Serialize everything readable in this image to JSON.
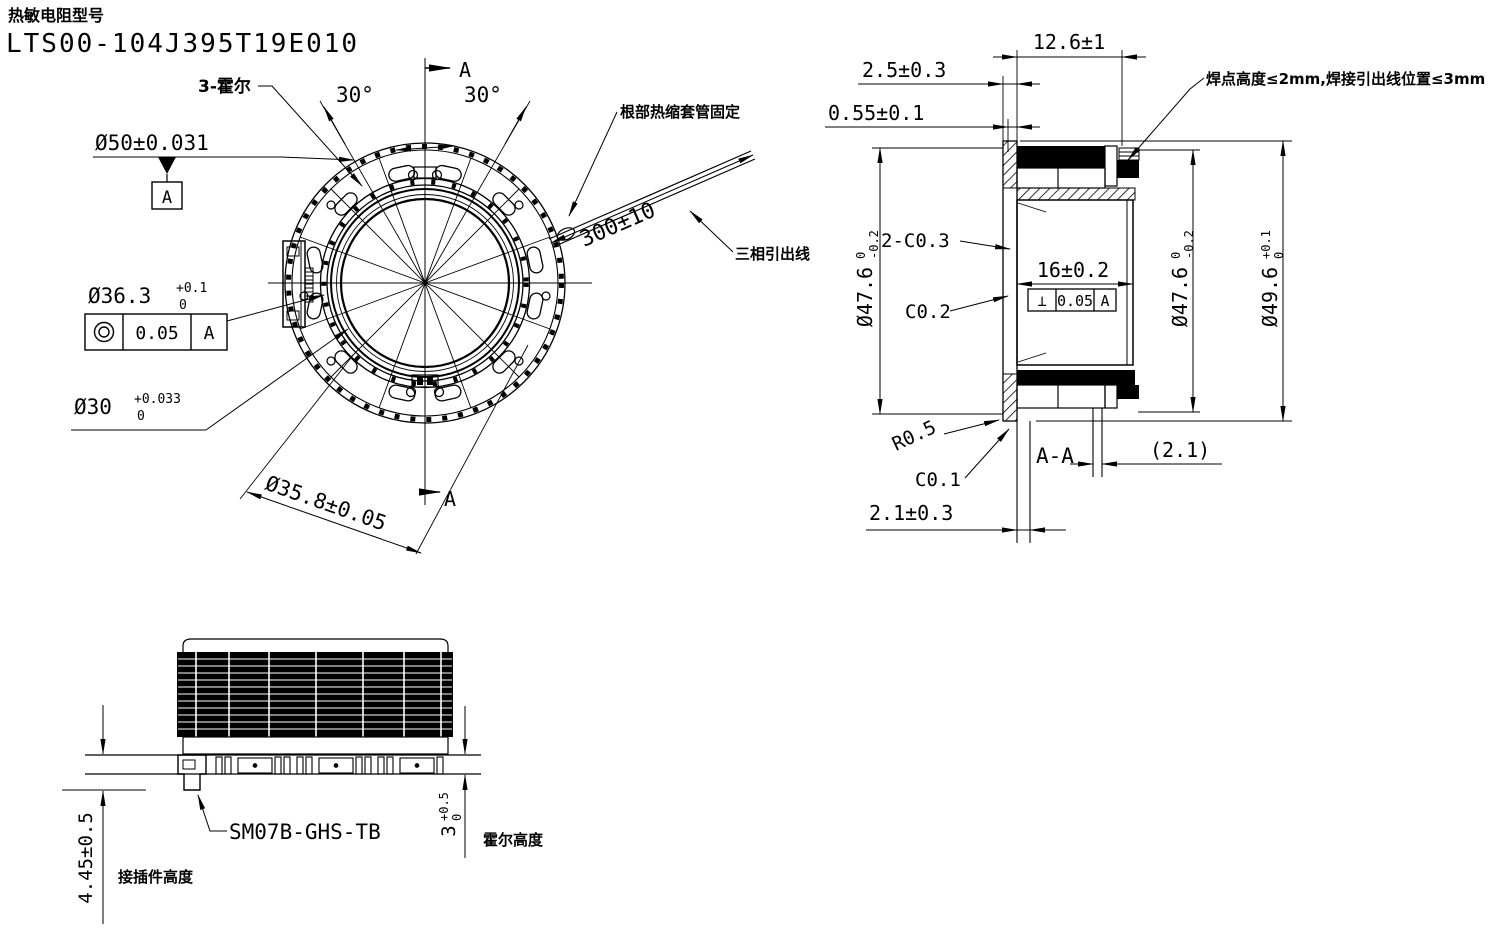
{
  "title": {
    "label": "热敏电阻型号",
    "part_number": "LTS00-104J395T19E010"
  },
  "front_view": {
    "hall_note": "3-霍尔",
    "angle_left": "30°",
    "angle_right": "30°",
    "section_mark_top": "A",
    "section_mark_bottom": "A",
    "dim_mount_od": "Ø50±0.031",
    "datum_label": "A",
    "dim_ring": {
      "value": "Ø36.3",
      "tol_upper": "+0.1",
      "tol_lower": "0"
    },
    "concentricity": {
      "symbol": "◎",
      "value": "0.05",
      "datum": "A"
    },
    "dim_bore": {
      "value": "Ø30",
      "tol_upper": "+0.033",
      "tol_lower": "0"
    },
    "dim_bolt_circle": "Ø35.8±0.05",
    "wire_length": "300±10",
    "heatshrink_note": "根部热缩套管固定",
    "wire_note": "三相引出线"
  },
  "section_view": {
    "dim_total_width": "12.6±1",
    "dim_step": "2.5±0.3",
    "dim_plate": "0.55±0.1",
    "dim_od_left": {
      "value": "Ø47.6",
      "tol_upper": "0",
      "tol_lower": "-0.2"
    },
    "chamfer_note_1": "2-C0.3",
    "chamfer_note_2": "C0.2",
    "dim_stack": "16±0.2",
    "perpendicularity": {
      "symbol": "⊥",
      "value": "0.05",
      "datum": "A"
    },
    "dim_od_right": {
      "value": "Ø47.6",
      "tol_upper": "0",
      "tol_lower": "-0.2"
    },
    "dim_flange_od": {
      "value": "Ø49.6",
      "tol_upper": "+0.1",
      "tol_lower": "0"
    },
    "radius_note": "R0.5",
    "chamfer_note_3": "C0.1",
    "section_label": "A-A",
    "dim_ref": "(2.1)",
    "dim_pcb": "2.1±0.3",
    "solder_note": "焊点高度≤2mm,焊接引出线位置≤3mm"
  },
  "side_view": {
    "dim_connector_height": "4.45±0.5",
    "connector_height_label": "接插件高度",
    "connector_model": "SM07B-GHS-TB",
    "dim_hall_height": {
      "value": "3",
      "tol_upper": "+0.5",
      "tol_lower": "0"
    },
    "hall_height_label": "霍尔高度"
  }
}
